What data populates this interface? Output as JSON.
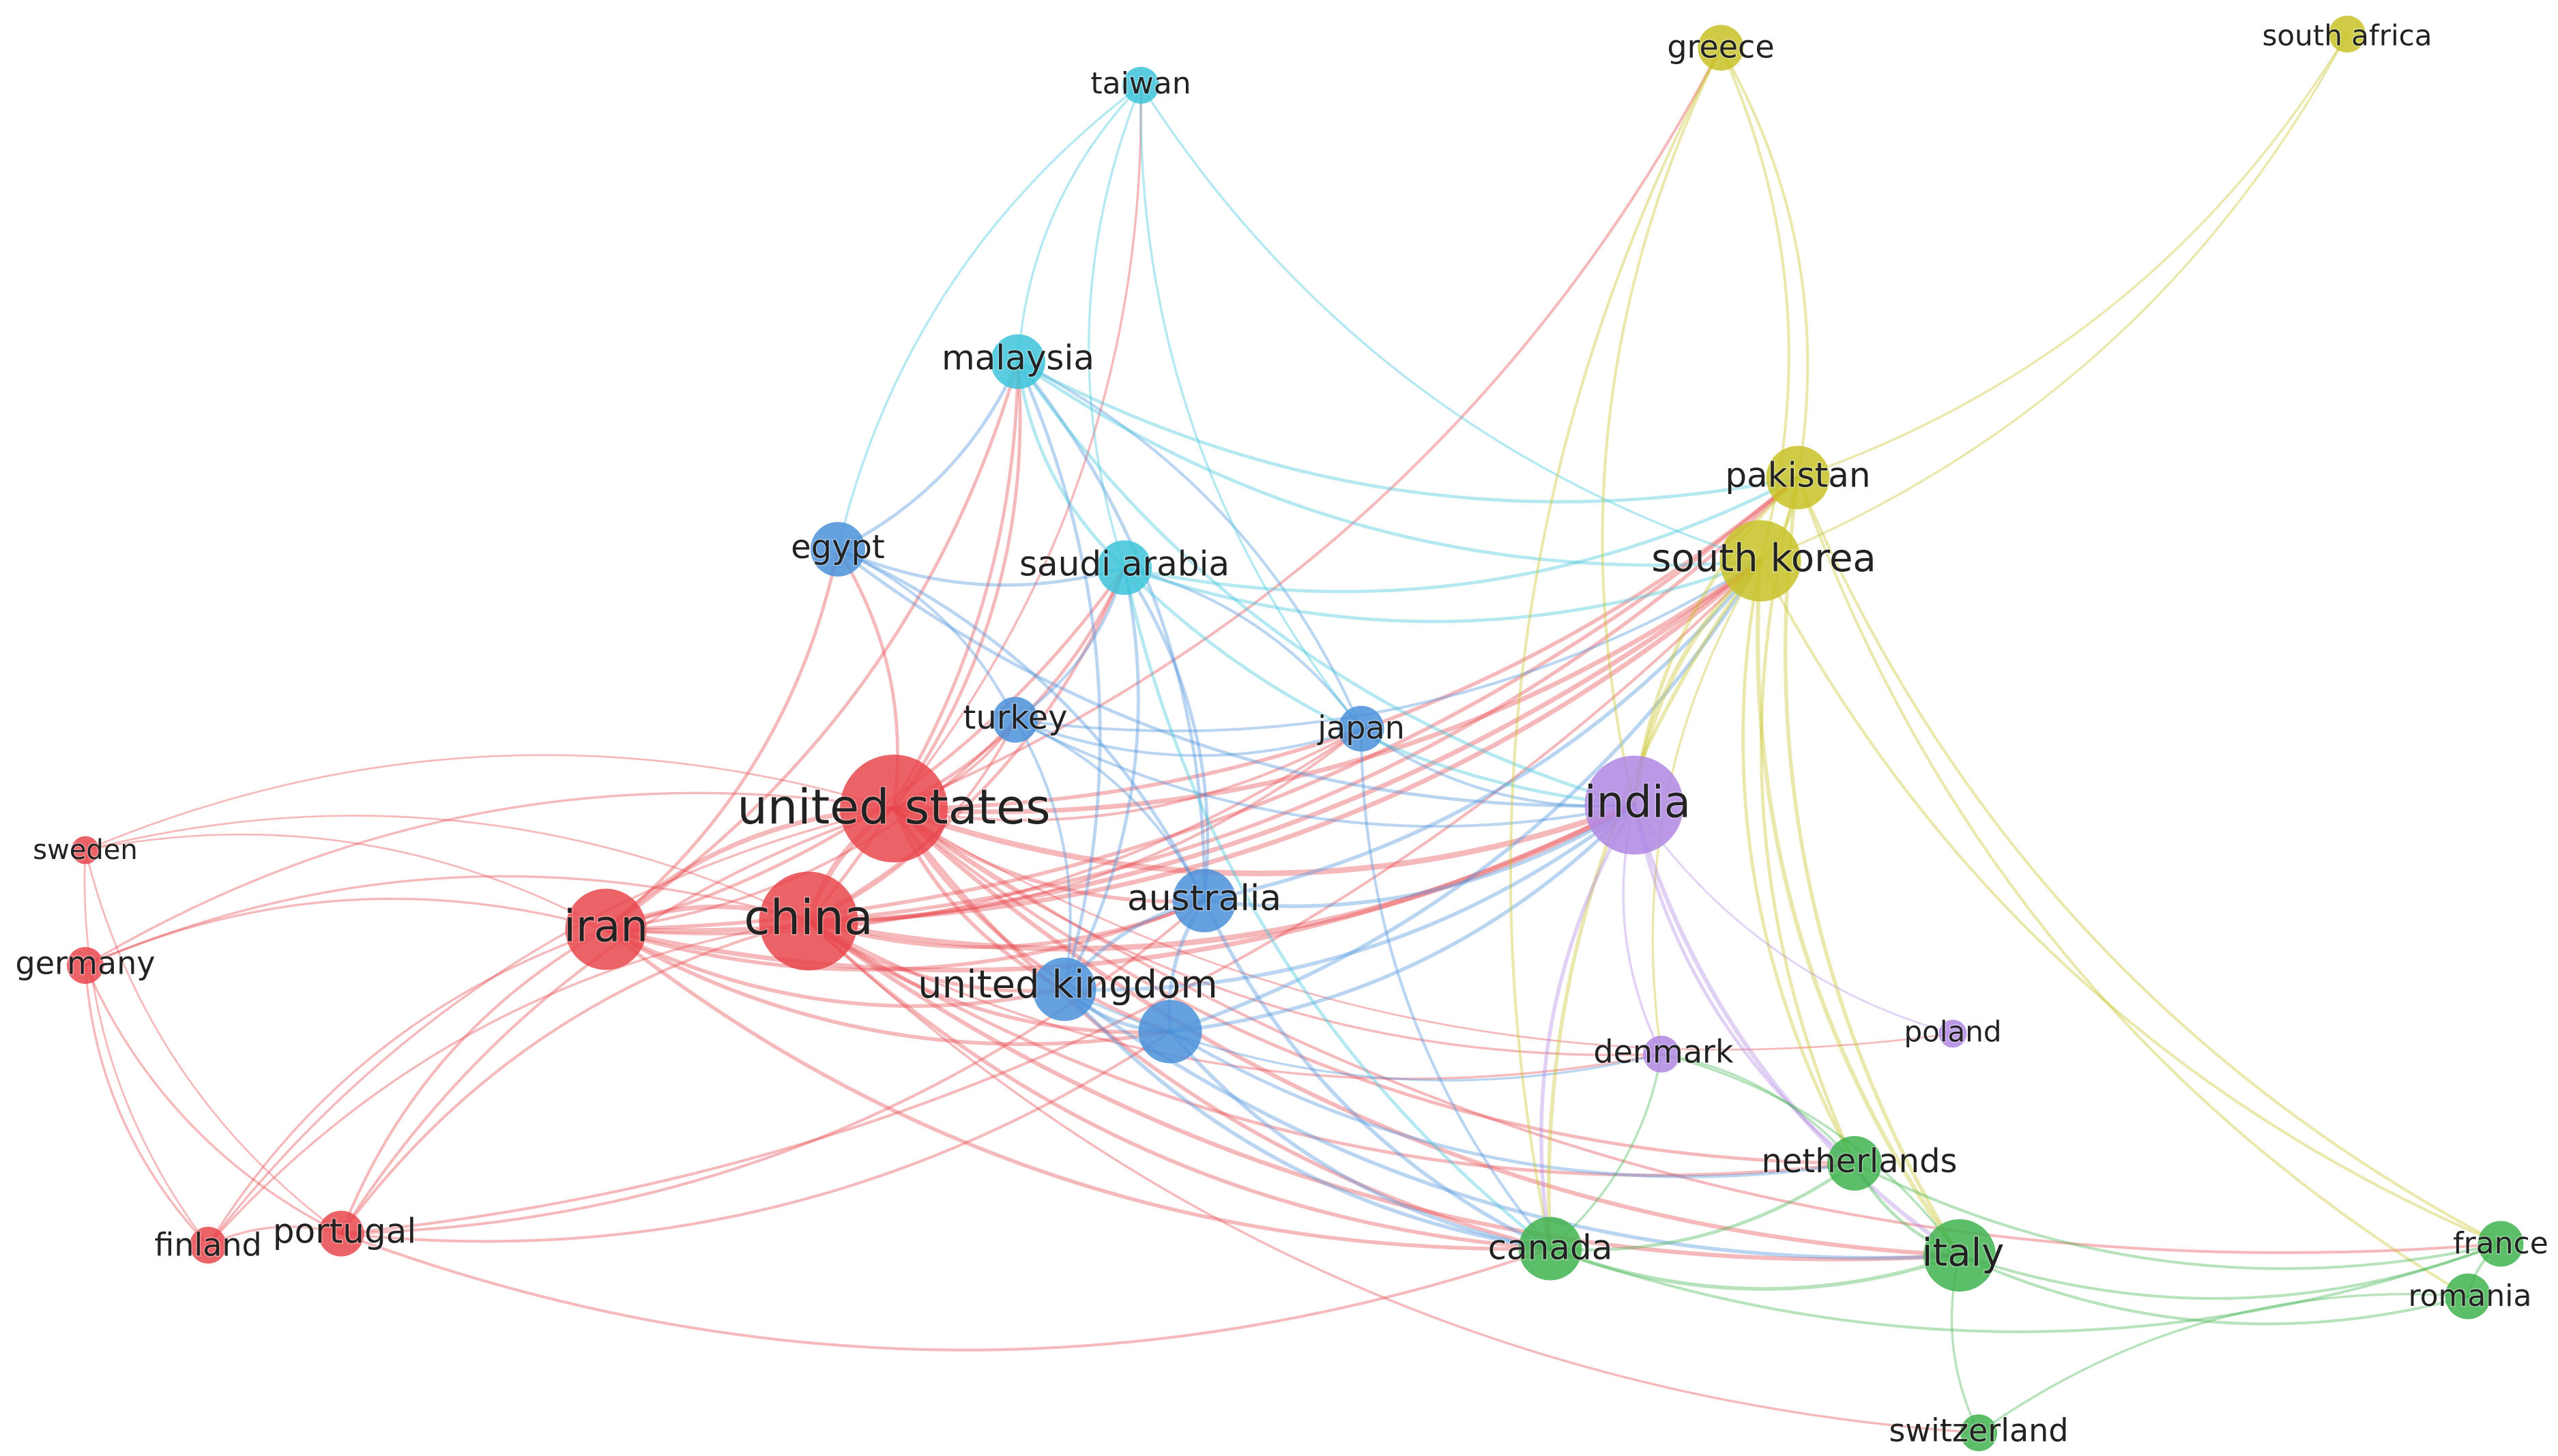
{
  "clusters": {
    "red": "#e8474c",
    "blue": "#4a90d9",
    "cyan": "#3cc4d9",
    "yellow": "#c8c227",
    "purple": "#b087e3",
    "green": "#3fb34f"
  },
  "nodes": [
    {
      "id": "united-states",
      "label": "united states",
      "cluster": "red",
      "weight": 10
    },
    {
      "id": "china",
      "label": "china",
      "cluster": "red",
      "weight": 9
    },
    {
      "id": "iran",
      "label": "iran",
      "cluster": "red",
      "weight": 7
    },
    {
      "id": "sweden",
      "label": "sweden",
      "cluster": "red",
      "weight": 1
    },
    {
      "id": "germany",
      "label": "germany",
      "cluster": "red",
      "weight": 2
    },
    {
      "id": "finland",
      "label": "finland",
      "cluster": "red",
      "weight": 2
    },
    {
      "id": "portugal",
      "label": "portugal",
      "cluster": "red",
      "weight": 3
    },
    {
      "id": "australia",
      "label": "australia",
      "cluster": "blue",
      "weight": 5
    },
    {
      "id": "united-kingdom",
      "label": "united kingdom",
      "cluster": "blue",
      "weight": 5
    },
    {
      "id": "unlabeled-blue",
      "label": "",
      "cluster": "blue",
      "weight": 5
    },
    {
      "id": "turkey",
      "label": "turkey",
      "cluster": "blue",
      "weight": 3
    },
    {
      "id": "japan",
      "label": "japan",
      "cluster": "blue",
      "weight": 3
    },
    {
      "id": "egypt",
      "label": "egypt",
      "cluster": "blue",
      "weight": 4
    },
    {
      "id": "taiwan",
      "label": "taiwan",
      "cluster": "cyan",
      "weight": 2
    },
    {
      "id": "malaysia",
      "label": "malaysia",
      "cluster": "cyan",
      "weight": 4
    },
    {
      "id": "saudi-arabia",
      "label": "saudi arabia",
      "cluster": "cyan",
      "weight": 4
    },
    {
      "id": "south-korea",
      "label": "south korea",
      "cluster": "yellow",
      "weight": 7
    },
    {
      "id": "pakistan",
      "label": "pakistan",
      "cluster": "yellow",
      "weight": 5
    },
    {
      "id": "greece",
      "label": "greece",
      "cluster": "yellow",
      "weight": 3
    },
    {
      "id": "south-africa",
      "label": "south africa",
      "cluster": "yellow",
      "weight": 2
    },
    {
      "id": "india",
      "label": "india",
      "cluster": "purple",
      "weight": 9
    },
    {
      "id": "denmark",
      "label": "denmark",
      "cluster": "purple",
      "weight": 2
    },
    {
      "id": "poland",
      "label": "poland",
      "cluster": "purple",
      "weight": 1
    },
    {
      "id": "netherlands",
      "label": "netherlands",
      "cluster": "green",
      "weight": 4
    },
    {
      "id": "canada",
      "label": "canada",
      "cluster": "green",
      "weight": 5
    },
    {
      "id": "italy",
      "label": "italy",
      "cluster": "green",
      "weight": 6
    },
    {
      "id": "france",
      "label": "france",
      "cluster": "green",
      "weight": 3
    },
    {
      "id": "romania",
      "label": "romania",
      "cluster": "green",
      "weight": 3
    },
    {
      "id": "switzerland",
      "label": "switzerland",
      "cluster": "green",
      "weight": 2
    }
  ],
  "edges": [
    [
      "united-states",
      "china"
    ],
    [
      "united-states",
      "iran"
    ],
    [
      "united-states",
      "australia"
    ],
    [
      "united-states",
      "united-kingdom"
    ],
    [
      "united-states",
      "unlabeled-blue"
    ],
    [
      "united-states",
      "turkey"
    ],
    [
      "united-states",
      "japan"
    ],
    [
      "united-states",
      "egypt"
    ],
    [
      "united-states",
      "taiwan"
    ],
    [
      "united-states",
      "malaysia"
    ],
    [
      "united-states",
      "saudi-arabia"
    ],
    [
      "united-states",
      "south-korea"
    ],
    [
      "united-states",
      "pakistan"
    ],
    [
      "united-states",
      "india"
    ],
    [
      "united-states",
      "canada"
    ],
    [
      "united-states",
      "italy"
    ],
    [
      "united-states",
      "netherlands"
    ],
    [
      "united-states",
      "denmark"
    ],
    [
      "united-states",
      "sweden"
    ],
    [
      "united-states",
      "germany"
    ],
    [
      "united-states",
      "portugal"
    ],
    [
      "united-states",
      "finland"
    ],
    [
      "united-states",
      "greece"
    ],
    [
      "united-states",
      "france"
    ],
    [
      "united-states",
      "poland"
    ],
    [
      "china",
      "iran"
    ],
    [
      "china",
      "australia"
    ],
    [
      "china",
      "united-kingdom"
    ],
    [
      "china",
      "unlabeled-blue"
    ],
    [
      "china",
      "turkey"
    ],
    [
      "china",
      "japan"
    ],
    [
      "china",
      "malaysia"
    ],
    [
      "china",
      "saudi-arabia"
    ],
    [
      "china",
      "south-korea"
    ],
    [
      "china",
      "pakistan"
    ],
    [
      "china",
      "india"
    ],
    [
      "china",
      "canada"
    ],
    [
      "china",
      "italy"
    ],
    [
      "china",
      "portugal"
    ],
    [
      "china",
      "finland"
    ],
    [
      "china",
      "germany"
    ],
    [
      "china",
      "sweden"
    ],
    [
      "china",
      "denmark"
    ],
    [
      "china",
      "switzerland"
    ],
    [
      "china",
      "netherlands"
    ],
    [
      "iran",
      "australia"
    ],
    [
      "iran",
      "united-kingdom"
    ],
    [
      "iran",
      "unlabeled-blue"
    ],
    [
      "iran",
      "turkey"
    ],
    [
      "iran",
      "malaysia"
    ],
    [
      "iran",
      "egypt"
    ],
    [
      "iran",
      "saudi-arabia"
    ],
    [
      "iran",
      "south-korea"
    ],
    [
      "iran",
      "india"
    ],
    [
      "iran",
      "canada"
    ],
    [
      "iran",
      "sweden"
    ],
    [
      "iran",
      "germany"
    ],
    [
      "iran",
      "finland"
    ],
    [
      "iran",
      "portugal"
    ],
    [
      "iran",
      "japan"
    ],
    [
      "iran",
      "pakistan"
    ],
    [
      "sweden",
      "portugal"
    ],
    [
      "sweden",
      "finland"
    ],
    [
      "germany",
      "portugal"
    ],
    [
      "germany",
      "finland"
    ],
    [
      "portugal",
      "finland"
    ],
    [
      "portugal",
      "canada"
    ],
    [
      "portugal",
      "australia"
    ],
    [
      "portugal",
      "south-korea"
    ],
    [
      "portugal",
      "unlabeled-blue"
    ],
    [
      "australia",
      "united-kingdom"
    ],
    [
      "australia",
      "unlabeled-blue"
    ],
    [
      "australia",
      "saudi-arabia"
    ],
    [
      "australia",
      "malaysia"
    ],
    [
      "australia",
      "south-korea"
    ],
    [
      "australia",
      "india"
    ],
    [
      "australia",
      "canada"
    ],
    [
      "australia",
      "egypt"
    ],
    [
      "australia",
      "turkey"
    ],
    [
      "united-kingdom",
      "unlabeled-blue"
    ],
    [
      "united-kingdom",
      "india"
    ],
    [
      "united-kingdom",
      "canada"
    ],
    [
      "united-kingdom",
      "turkey"
    ],
    [
      "united-kingdom",
      "saudi-arabia"
    ],
    [
      "united-kingdom",
      "malaysia"
    ],
    [
      "united-kingdom",
      "italy"
    ],
    [
      "united-kingdom",
      "denmark"
    ],
    [
      "unlabeled-blue",
      "india"
    ],
    [
      "unlabeled-blue",
      "canada"
    ],
    [
      "unlabeled-blue",
      "south-korea"
    ],
    [
      "unlabeled-blue",
      "netherlands"
    ],
    [
      "turkey",
      "egypt"
    ],
    [
      "turkey",
      "saudi-arabia"
    ],
    [
      "turkey",
      "japan"
    ],
    [
      "turkey",
      "south-korea"
    ],
    [
      "turkey",
      "india"
    ],
    [
      "japan",
      "saudi-arabia"
    ],
    [
      "japan",
      "malaysia"
    ],
    [
      "japan",
      "canada"
    ],
    [
      "japan",
      "india"
    ],
    [
      "egypt",
      "malaysia"
    ],
    [
      "egypt",
      "saudi-arabia"
    ],
    [
      "egypt",
      "india"
    ],
    [
      "taiwan",
      "malaysia"
    ],
    [
      "taiwan",
      "saudi-arabia"
    ],
    [
      "taiwan",
      "japan"
    ],
    [
      "taiwan",
      "south-korea"
    ],
    [
      "taiwan",
      "egypt"
    ],
    [
      "malaysia",
      "saudi-arabia"
    ],
    [
      "malaysia",
      "india"
    ],
    [
      "malaysia",
      "pakistan"
    ],
    [
      "malaysia",
      "south-korea"
    ],
    [
      "saudi-arabia",
      "pakistan"
    ],
    [
      "saudi-arabia",
      "south-korea"
    ],
    [
      "saudi-arabia",
      "india"
    ],
    [
      "saudi-arabia",
      "canada"
    ],
    [
      "south-korea",
      "pakistan"
    ],
    [
      "south-korea",
      "greece"
    ],
    [
      "south-korea",
      "south-africa"
    ],
    [
      "south-korea",
      "india"
    ],
    [
      "south-korea",
      "italy"
    ],
    [
      "south-korea",
      "canada"
    ],
    [
      "south-korea",
      "france"
    ],
    [
      "south-korea",
      "netherlands"
    ],
    [
      "south-korea",
      "denmark"
    ],
    [
      "pakistan",
      "greece"
    ],
    [
      "pakistan",
      "south-africa"
    ],
    [
      "pakistan",
      "india"
    ],
    [
      "pakistan",
      "italy"
    ],
    [
      "pakistan",
      "france"
    ],
    [
      "pakistan",
      "romania"
    ],
    [
      "pakistan",
      "netherlands"
    ],
    [
      "greece",
      "india"
    ],
    [
      "greece",
      "canada"
    ],
    [
      "india",
      "denmark"
    ],
    [
      "india",
      "poland"
    ],
    [
      "india",
      "canada"
    ],
    [
      "india",
      "italy"
    ],
    [
      "india",
      "netherlands"
    ],
    [
      "canada",
      "netherlands"
    ],
    [
      "canada",
      "italy"
    ],
    [
      "canada",
      "france"
    ],
    [
      "canada",
      "denmark"
    ],
    [
      "netherlands",
      "italy"
    ],
    [
      "netherlands",
      "france"
    ],
    [
      "netherlands",
      "denmark"
    ],
    [
      "italy",
      "france"
    ],
    [
      "italy",
      "romania"
    ],
    [
      "italy",
      "switzerland"
    ],
    [
      "italy",
      "denmark"
    ],
    [
      "france",
      "romania"
    ],
    [
      "romania",
      "switzerland"
    ]
  ]
}
